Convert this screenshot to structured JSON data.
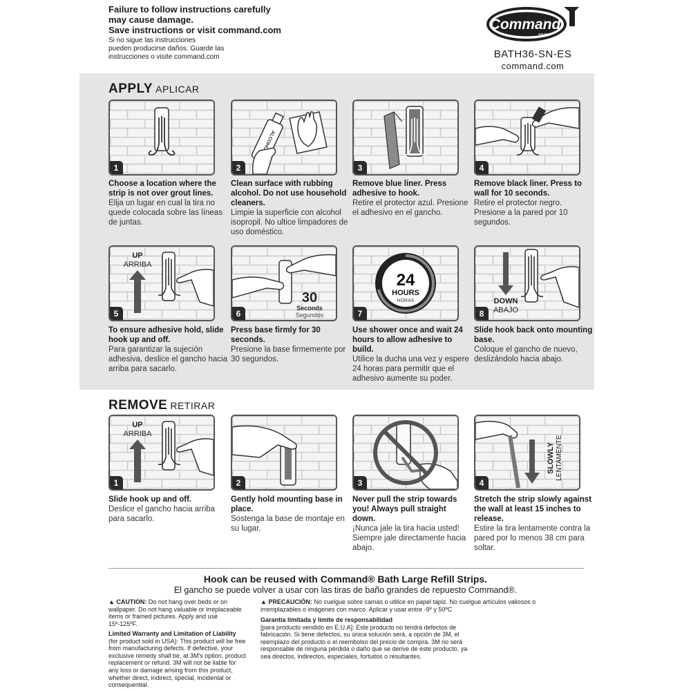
{
  "header": {
    "warning_en": [
      "Failure to follow instructions carefully",
      "may cause damage.",
      "Save instructions or visit command.com"
    ],
    "warning_es": [
      "Si no sigue las instrucciones",
      "pueden producirse daños. Guarde las",
      "instrucciones o visite command.com"
    ],
    "brand": "Command",
    "brand_sub": "BRAND",
    "sku": "BATH36-SN-ES",
    "site": "command.com"
  },
  "apply": {
    "title": "APPLY",
    "title_es": "APLICAR",
    "steps": [
      {
        "num": "1",
        "en": "Choose a location where the strip is not over grout lines.",
        "es": "Elija un lugar en cual la tira no quede colocada sobre las líneas de juntas."
      },
      {
        "num": "2",
        "en": "Clean surface with rubbing alcohol. Do not use household cleaners.",
        "es": "Limpie la superficie con alcohol isopropil. No ultice limpadores de uso doméstico.",
        "bottle_label": "ALCOHOL"
      },
      {
        "num": "3",
        "en": "Remove blue liner. Press adhesive to hook.",
        "es": "Retire el protector azul. Presione el adhesivo en el gancho."
      },
      {
        "num": "4",
        "en": "Remove black liner. Press to wall for 10 seconds.",
        "es": "Retire el protector negro. Presione a la pared por 10 segundos."
      },
      {
        "num": "5",
        "en": "To ensure adhesive hold, slide hook up and off.",
        "es": "Para garantizar la sujeción adhesiva, deslice el gancho hacia arriba para sacarlo.",
        "label": "UP",
        "label_es": "ARRIBA"
      },
      {
        "num": "6",
        "en": "Press base firmly for 30 seconds.",
        "es": "Presione la base firmemente por 30 segundos.",
        "big": "30",
        "label": "Seconds",
        "label_es": "Segundos"
      },
      {
        "num": "7",
        "en": "Use shower once and wait 24 hours to allow adhesive to build.",
        "es": "Utilice la ducha una vez y espere 24 horas para permitir que el adhesivo aumente su poder.",
        "big": "24",
        "label": "HOURS",
        "label_es": "HORAS"
      },
      {
        "num": "8",
        "en": "Slide hook back onto mounting base.",
        "es": "Coloque el gancho de nuevo, deslizándolo hacia abajo.",
        "label": "DOWN",
        "label_es": "ABAJO"
      }
    ]
  },
  "remove": {
    "title": "REMOVE",
    "title_es": "RETIRAR",
    "steps": [
      {
        "num": "1",
        "en": "Slide hook up and off.",
        "es": "Deslice el gancho hacia arriba para sacarlo.",
        "label": "UP",
        "label_es": "ARRIBA"
      },
      {
        "num": "2",
        "en": "Gently hold mounting base in place.",
        "es": "Sostenga la base de montaje en su lugar."
      },
      {
        "num": "3",
        "en": "Never pull the strip towards you! Always pull straight down.",
        "es": "¡Nunca jale la tira hacia usted! Siempre jale directamente hacia abajo."
      },
      {
        "num": "4",
        "en": "Stretch the strip slowly against the wall at least 15 inches to release.",
        "es": "Estire la tira lentamente contra la pared por lo menos 38 cm para soltar.",
        "label": "SLOWLY",
        "label_es": "LENTAMENTE"
      }
    ]
  },
  "footer": {
    "reuse_en": "Hook can be reused with Command® Bath Large Refill Strips.",
    "reuse_es": "El gancho se puede volver a usar con las tiras de baño grandes de repuesto Command®.",
    "caution_title": "▲ CAUTION:",
    "caution_text": "Do not hang over beds or on wallpaper. Do not hang valuable or irreplaceable items or framed pictures. Apply and use 15º-125ºF.",
    "warranty_title": "Limited Warranty and Limitation of Liability",
    "warranty_text": "(for product sold in USA): This product will be free from manufacturing defects. If defective, your exclusive remedy shall be, at 3M's option, product replacement or refund. 3M will not be liable for any loss or damage arising from this product, whether direct, indirect, special, incidental or consequential.",
    "precaucion_title": "▲ PRECAUCIÓN:",
    "precaucion_text": "No cuelgue sobre camas o utilice en papel tapiz. No cuelgue artículos valiosos o irremplazables o imágenes con marco. Aplicar y usar entre -9º y 50ºC",
    "garantia_title": "Garantía limitada y límite de responsabilidad",
    "garantia_text": "[para producto vendido en E.U.A]: Este producto no tendrá defectos de fabricación. Si tiene defectos, su única solución será, a opción de 3M, el reemplazo del producto o el reembolso del precio de compra. 3M no será responsable de ninguna pérdida o daño que se derive de este producto, ya sea directos, indirectos, especiales, fortuitos o resultantes."
  }
}
